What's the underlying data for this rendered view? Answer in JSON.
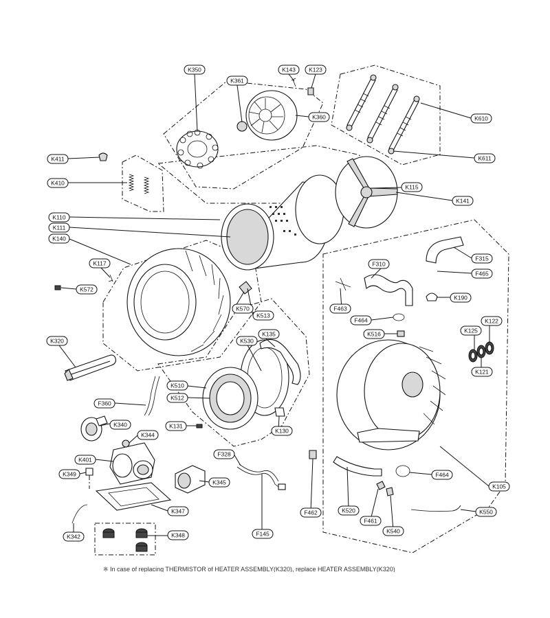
{
  "labels": {
    "K350": "K350",
    "K361": "K361",
    "K143": "K143",
    "K123": "K123",
    "K360": "K360",
    "K610": "K610",
    "K611": "K611",
    "K411": "K411",
    "K410": "K410",
    "K115": "K115",
    "K141": "K141",
    "K110": "K110",
    "K111": "K111",
    "K140": "K140",
    "K117": "K117",
    "K572": "K572",
    "K570": "K570",
    "K513": "K513",
    "K530": "K530",
    "K135": "K135",
    "K320": "K320",
    "K510": "K510",
    "K512": "K512",
    "F360": "F360",
    "K131": "K131",
    "K130": "K130",
    "K340": "K340",
    "K344": "K344",
    "K401": "K401",
    "K349": "K349",
    "K345": "K345",
    "K347": "K347",
    "K342": "K342",
    "K348": "K348",
    "F328": "F328",
    "F145": "F145",
    "F315": "F315",
    "F310": "F310",
    "F465": "F465",
    "F463": "F463",
    "K190": "K190",
    "F464a": "F464",
    "K516": "K516",
    "K125": "K125",
    "K122": "K122",
    "K121": "K121",
    "F462": "F462",
    "F464b": "F464",
    "K105": "K105",
    "K520": "K520",
    "F461": "F461",
    "K540": "K540",
    "K550": "K550"
  },
  "footnote": "※ In case of replacing THERMISTOR of HEATER ASSEMBLY(K320), replace HEATER ASSEMBLY(K320)"
}
